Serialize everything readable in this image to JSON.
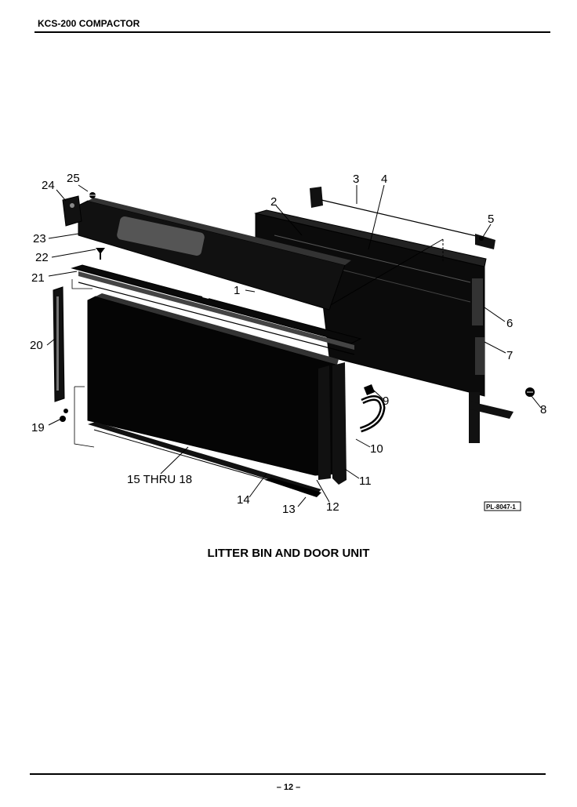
{
  "header": {
    "title": "KCS-200 COMPACTOR"
  },
  "diagram": {
    "callouts": {
      "c1": "1",
      "c2": "2",
      "c3": "3",
      "c4": "4",
      "c5": "5",
      "c6": "6",
      "c7": "7",
      "c8": "8",
      "c9": "9",
      "c10": "10",
      "c11": "11",
      "c12": "12",
      "c13": "13",
      "c14": "14",
      "c15": "15 THRU 18",
      "c19": "19",
      "c20": "20",
      "c21": "21",
      "c22": "22",
      "c23": "23",
      "c24": "24",
      "c25": "25"
    },
    "plate_code": "PL-8047-1"
  },
  "caption": "LITTER BIN AND DOOR UNIT",
  "page_number": "– 12 –"
}
